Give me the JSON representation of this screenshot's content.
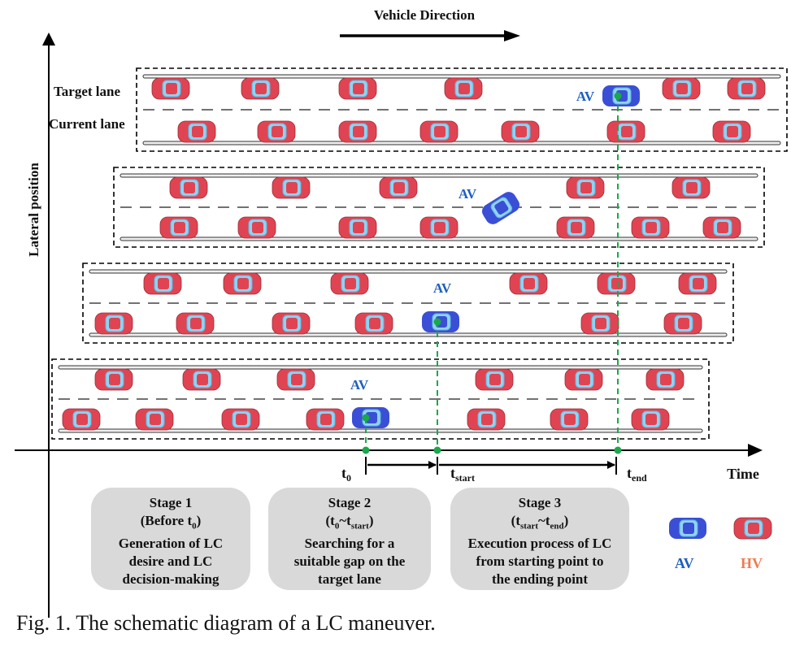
{
  "header": {
    "direction_label": "Vehicle Direction"
  },
  "axes": {
    "y_label": "Lateral position",
    "x_label": "Time"
  },
  "lanes": {
    "target": "Target lane",
    "current": "Current lane"
  },
  "av_label": "AV",
  "time_marks": {
    "t0": "0",
    "tstart": "start",
    "tend": "end"
  },
  "stages": [
    {
      "title": "Stage 1",
      "line2": "(Before t0)",
      "desc": [
        "Generation of LC",
        "desire and LC",
        "decision-making"
      ]
    },
    {
      "title": "Stage 2",
      "line2": "(t0~tstart)",
      "desc": [
        "Searching for a",
        "suitable gap on the",
        "target lane"
      ]
    },
    {
      "title": "Stage 3",
      "line2": "(tstart~tend)",
      "desc": [
        "Execution process of LC",
        "from starting point to",
        "the ending point"
      ]
    }
  ],
  "legend": {
    "av": "AV",
    "hv": "HV"
  },
  "colors": {
    "av": "#3a4fd6",
    "hv": "#e04452",
    "av_text": "#1f5fbf",
    "hv_text": "#f07a50",
    "guide": "#1aa84a",
    "stage_bg": "#d9d9d9"
  },
  "caption": "Fig. 1.   The schematic diagram of a LC maneuver."
}
